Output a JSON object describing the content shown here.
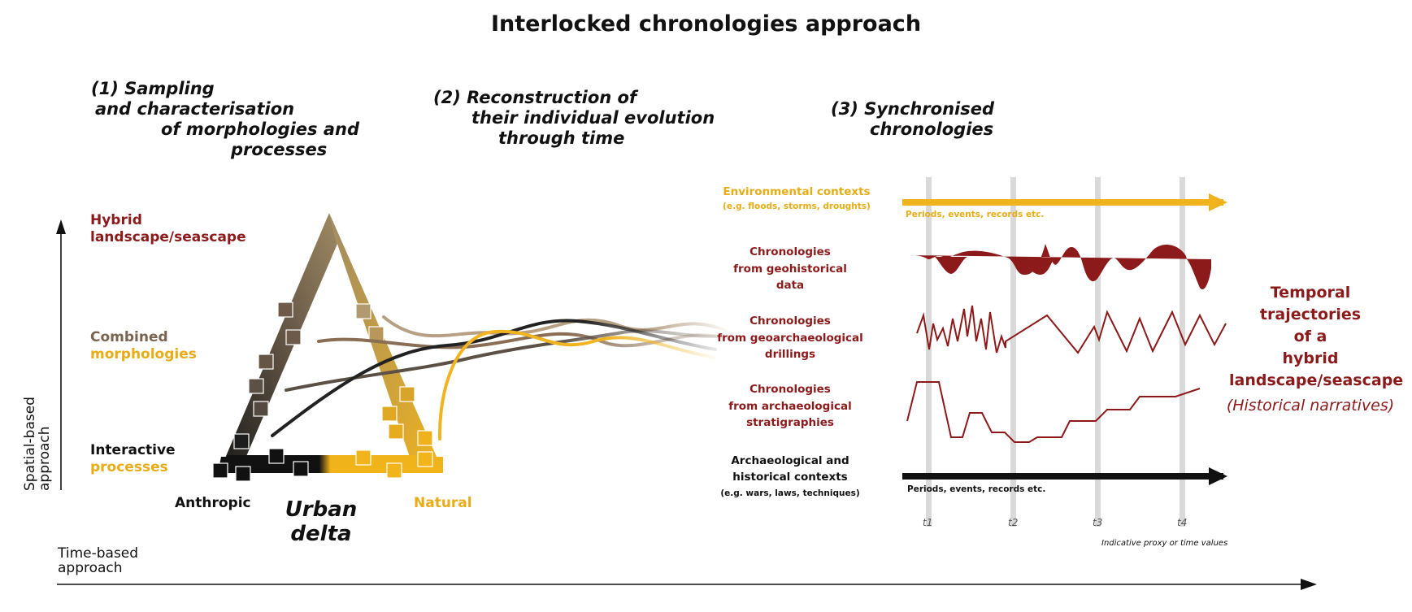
{
  "title": "Interlocked chronologies approach",
  "steps": {
    "s1": [
      "(1) Sampling",
      "and characterisation",
      "of morphologies and",
      "processes"
    ],
    "s2": [
      "(2) Reconstruction of",
      "their individual evolution",
      "through time"
    ],
    "s3": [
      "(3) Synchronised",
      "chronologies"
    ]
  },
  "levels": {
    "hybrid": [
      "Hybrid",
      "landscape/seascape"
    ],
    "combined": [
      "Combined",
      "morphologies"
    ],
    "interactive": [
      "Interactive",
      "processes"
    ]
  },
  "triangle": {
    "anthropic": "Anthropic",
    "natural": "Natural",
    "urban_delta": [
      "Urban",
      "delta"
    ]
  },
  "axes": {
    "y_label": [
      "Spatial-based",
      "approach"
    ],
    "x_label": [
      "Time-based",
      "approach"
    ]
  },
  "contexts": {
    "env": [
      "Environmental contexts",
      "(e.g. floods, storms,  droughts)"
    ],
    "env_arrow": "Periods, events, records etc.",
    "geohistorical": [
      "Chronologies",
      "from geohistorical",
      "data"
    ],
    "geoarchaeological": [
      "Chronologies",
      "from geoarchaeological",
      "drillings"
    ],
    "stratigraphies": [
      "Chronologies",
      "from archaeological",
      "stratigraphies"
    ],
    "archaeo": [
      "Archaeological and",
      "historical contexts",
      "(e.g. wars, laws, techniques)"
    ],
    "archaeo_arrow": "Periods, events, records etc."
  },
  "ticks": [
    "t1",
    "t2",
    "t3",
    "t4"
  ],
  "proxy_note": "Indicative proxy or time values",
  "result": {
    "lines": [
      "Temporal",
      "trajectories",
      "of a",
      "hybrid",
      "landscape/seascape"
    ],
    "note": "(Historical narratives)"
  },
  "colors": {
    "red": "#8c1a1a",
    "gold": "#efb41d",
    "brown": "#7a6450",
    "black": "#111111",
    "grey_bar": "#d9d9d9"
  }
}
